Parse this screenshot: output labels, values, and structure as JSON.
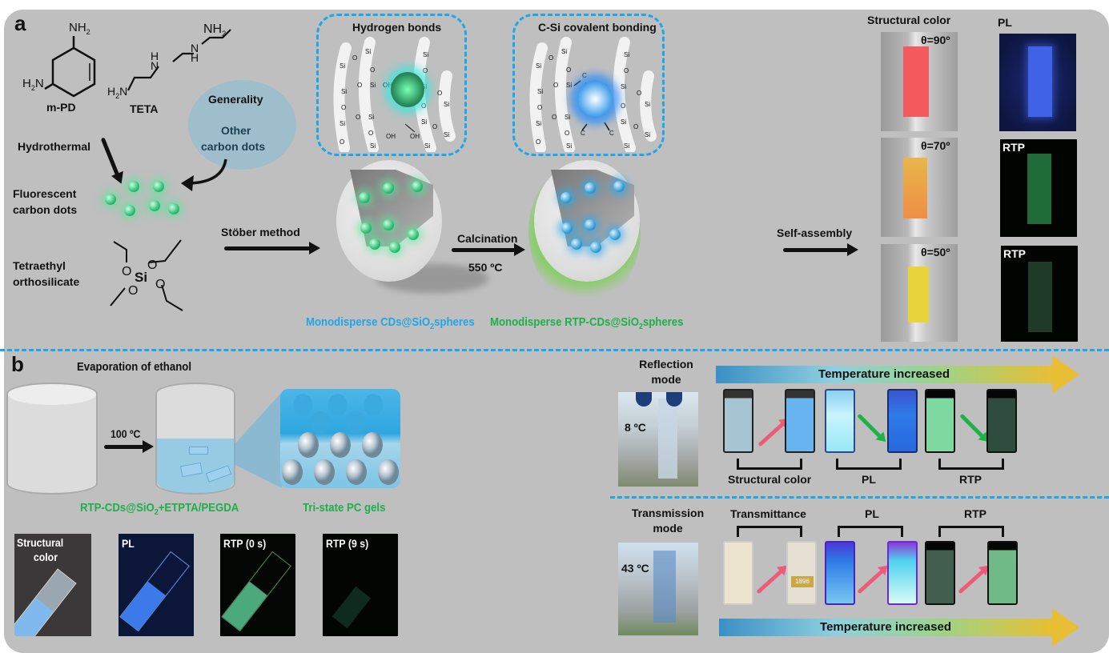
{
  "panel_a": {
    "letter": "a",
    "mpd": {
      "nh2_top": "NH",
      "nh2_top_sub": "2",
      "h2n": "H",
      "h2n_sub": "2",
      "h2n_n": "N",
      "name": "m-PD"
    },
    "teta": {
      "nh2": "NH",
      "nh2_sub": "2",
      "h": "H",
      "n": "N",
      "h2n": "H",
      "h2n_sub": "2",
      "h2n_n": "N",
      "name": "TETA"
    },
    "hydrothermal": "Hydrothermal",
    "generality": {
      "title": "Generality",
      "line1": "Other",
      "line2": "carbon dots"
    },
    "fluorescent": {
      "line1": "Fluorescent",
      "line2": "carbon dots"
    },
    "teos": {
      "line1": "Tetraethyl",
      "line2": "orthosilicate",
      "si": "Si",
      "o": "O"
    },
    "stober": "Stöber method",
    "hydrogen_bonds": {
      "title": "Hydrogen bonds"
    },
    "csi_bonding": {
      "title": "C-Si covalent bonding"
    },
    "calcination": "Calcination",
    "calc_temp": "550 ºC",
    "self_assembly": "Self-assembly",
    "sphere1_label": {
      "pre": "Monodisperse CDs@SiO",
      "sub": "2",
      "post": "spheres"
    },
    "sphere2_label": {
      "pre": "Monodisperse RTP-CDs@SiO",
      "sub": "2",
      "post": "spheres"
    },
    "structural_color_header": "Structural color",
    "pl_header": "PL",
    "angles": [
      "θ=90º",
      "θ=70º",
      "θ=50º"
    ],
    "rtp_labels": [
      "RTP",
      "RTP"
    ],
    "colors": {
      "pl_blue": "#3f63e6",
      "rtp_green1": "#1e6b38",
      "rtp_green2": "#1f3a27",
      "red_film": "#f25a5e",
      "orange_film": "#ef9a46",
      "yellow_film": "#e6d43a"
    }
  },
  "panel_b": {
    "letter": "b",
    "evaporation": "Evaporation of ethanol",
    "temp": "100 ºC",
    "mix_label": {
      "pre": "RTP-CDs@SiO",
      "sub": "2",
      "post": "+ETPTA/PEGDA"
    },
    "gel_label": "Tri-state PC gels",
    "slides": [
      "Structural color",
      "PL",
      "RTP (0 s)",
      "RTP (9 s)"
    ],
    "slide_line1": "Structural",
    "slide_line2": "color",
    "reflection": {
      "title1": "Reflection",
      "title2": "mode",
      "temp": "8 ºC",
      "bar": "Temperature increased",
      "groups": [
        "Structural color",
        "PL",
        "RTP"
      ]
    },
    "transmission": {
      "title1": "Transmission",
      "title2": "mode",
      "temp": "43 ºC",
      "bar": "Temperature increased",
      "groups": [
        "Transmittance",
        "PL",
        "RTP"
      ],
      "emblem_year": "1896"
    }
  }
}
